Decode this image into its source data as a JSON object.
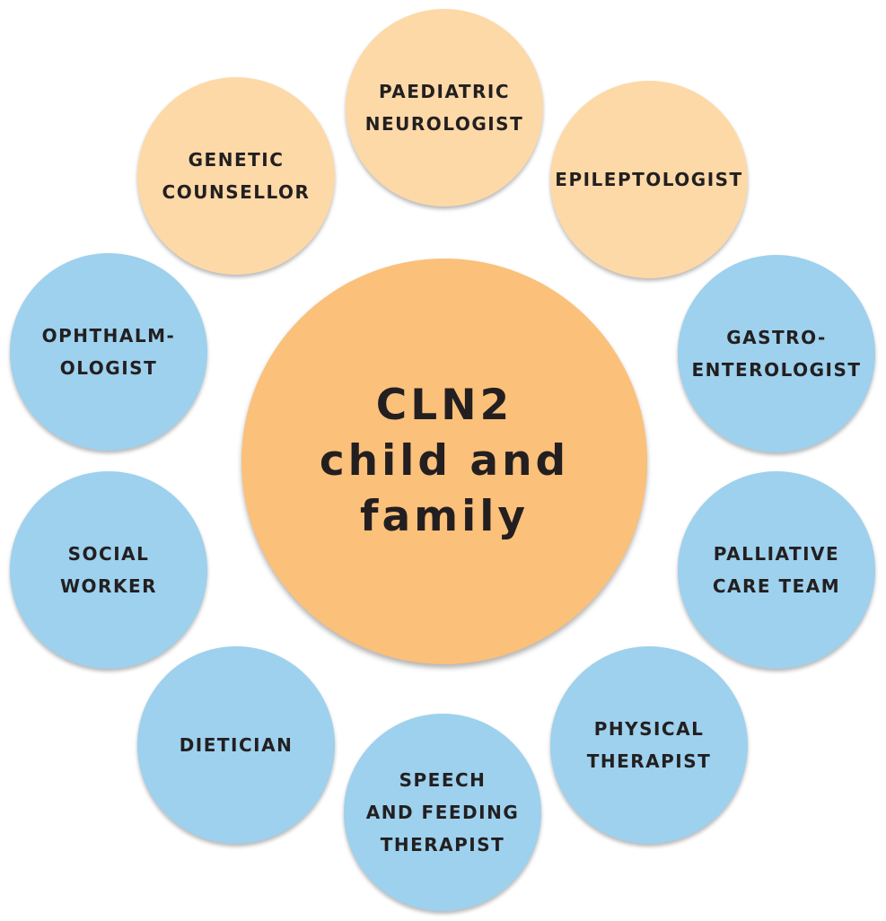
{
  "center": {
    "lines": [
      "CLN2",
      "child and",
      "family"
    ]
  },
  "specialists": {
    "paediatric_neurologist": [
      "PAEDIATRIC",
      "NEUROLOGIST"
    ],
    "genetic_counsellor": [
      "GENETIC",
      "COUNSELLOR"
    ],
    "epileptologist": [
      "EPILEPTOLOGIST"
    ],
    "ophthalmologist": [
      "OPHTHALM-",
      "OLOGIST"
    ],
    "gastroenterologist": [
      "GASTRO-",
      "ENTEROLOGIST"
    ],
    "social_worker": [
      "SOCIAL",
      "WORKER"
    ],
    "palliative_care_team": [
      "PALLIATIVE",
      "CARE TEAM"
    ],
    "dietician": [
      "DIETICIAN"
    ],
    "physical_therapist": [
      "PHYSICAL",
      "THERAPIST"
    ],
    "speech_and_feeding_therapist": [
      "SPEECH",
      "AND FEEDING",
      "THERAPIST"
    ]
  },
  "colors": {
    "center_fill": "#fbc07a",
    "peach_fill": "#fdd9a8",
    "blue_fill": "#9dd1ee",
    "text": "#231f20"
  }
}
